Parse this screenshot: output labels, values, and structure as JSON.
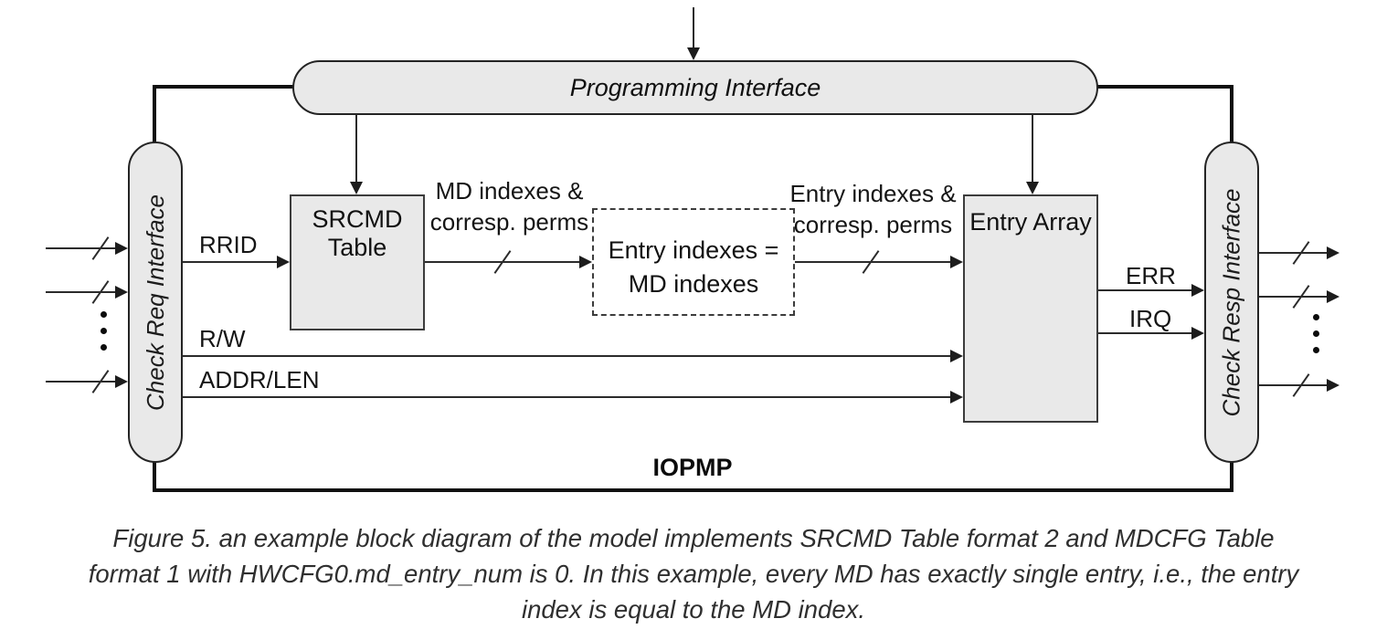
{
  "colors": {
    "block_fill": "#e9e9e9",
    "line": "#2b2b2b",
    "frame": "#0f0f0f",
    "background": "#ffffff"
  },
  "blocks": {
    "programming_interface": "Programming Interface",
    "check_req_interface": "Check Req Interface",
    "check_resp_interface": "Check Resp Interface",
    "srcmd_table": {
      "line1": "SRCMD",
      "line2": "Table"
    },
    "entry_array": "Entry Array",
    "identity_box": {
      "line1": "Entry indexes =",
      "line2": "MD indexes"
    },
    "iopmp": "IOPMP"
  },
  "bus_labels": {
    "md": {
      "line1": "MD indexes &",
      "line2": "corresp. perms"
    },
    "entry": {
      "line1": "Entry indexes &",
      "line2": "corresp. perms"
    }
  },
  "signals": {
    "rrid": "RRID",
    "rw": "R/W",
    "addr_len": "ADDR/LEN",
    "err": "ERR",
    "irq": "IRQ"
  },
  "caption": {
    "lines": [
      "Figure 5. an example block diagram of the model implements SRCMD Table format 2 and MDCFG Table",
      "format 1 with HWCFG0.md_entry_num is 0. In this example, every MD has exactly single entry, i.e., the entry",
      "index is equal to the MD index."
    ]
  }
}
